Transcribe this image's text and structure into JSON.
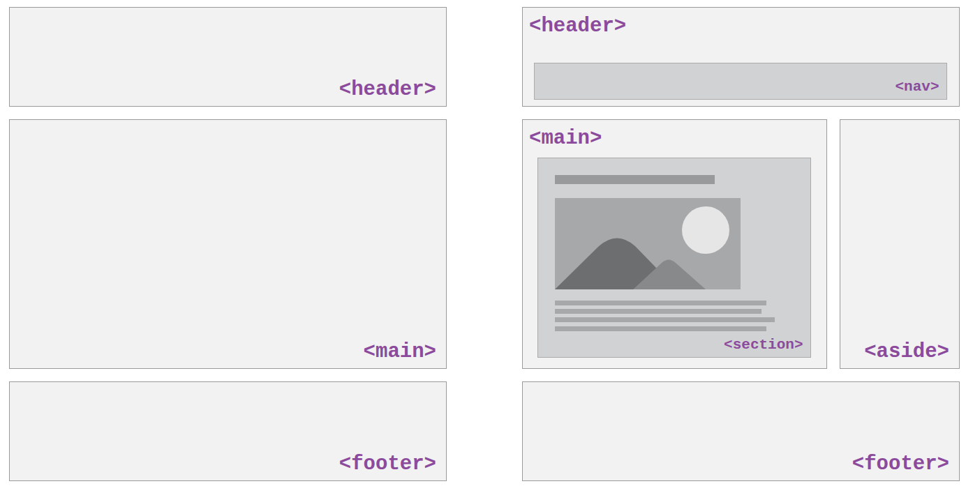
{
  "diagram": {
    "nodes": [
      {
        "text": [
          "<header>"
        ]
      },
      {
        "text": [
          "<main>"
        ]
      },
      {
        "text": [
          "<footer>"
        ]
      },
      {
        "text": [
          "<header>"
        ]
      },
      {
        "text": [
          "<nav>"
        ],
        "in": 3
      },
      {
        "text": [
          "<main>"
        ]
      },
      {
        "text": [
          "<section>"
        ],
        "in": 5
      },
      {
        "text": [
          "<aside>"
        ]
      },
      {
        "text": [
          "<footer>"
        ]
      }
    ]
  }
}
